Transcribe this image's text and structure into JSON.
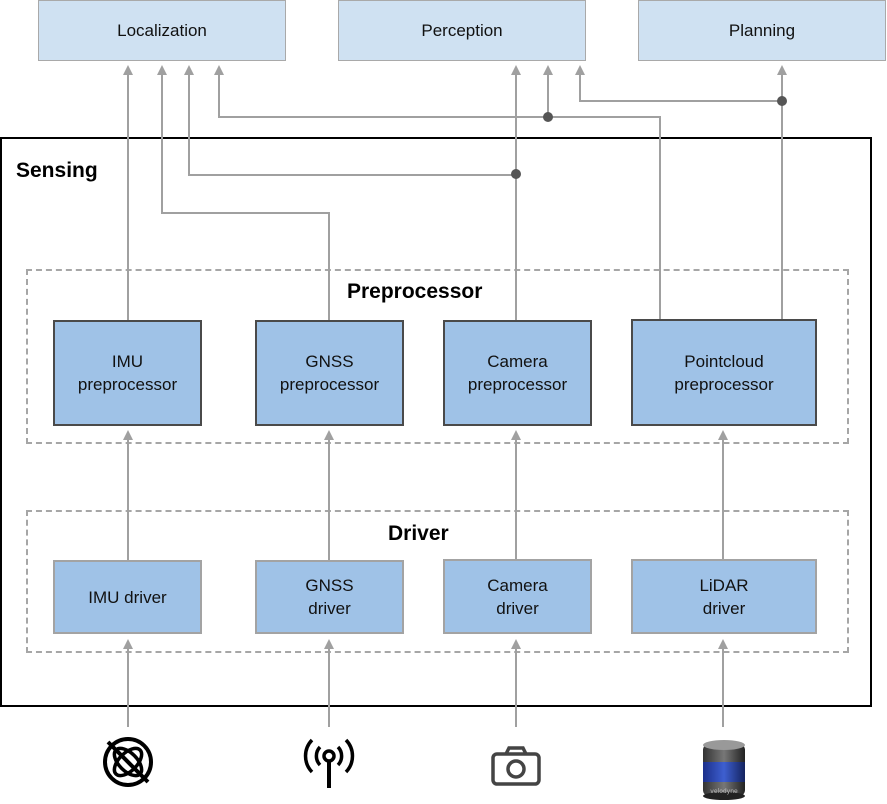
{
  "top": {
    "localization": "Localization",
    "perception": "Perception",
    "planning": "Planning"
  },
  "sensing": {
    "title": "Sensing",
    "preprocessor": {
      "title": "Preprocessor",
      "imu": "IMU\npreprocessor",
      "gnss": "GNSS\npreprocessor",
      "camera": "Camera\npreprocessor",
      "pointcloud": "Pointcloud\npreprocessor"
    },
    "driver": {
      "title": "Driver",
      "imu": "IMU driver",
      "gnss": "GNSS\ndriver",
      "camera": "Camera\ndriver",
      "lidar": "LiDAR\ndriver"
    }
  },
  "sensors": {
    "imu_icon": "gyroscope-icon",
    "gnss_icon": "antenna-icon",
    "camera_icon": "camera-icon",
    "lidar_icon": "lidar-icon",
    "lidar_logo_text": "velodyne"
  },
  "colors": {
    "top_fill": "#cfe1f2",
    "box_fill": "#9fc2e7",
    "wire": "#a0a0a0",
    "junction": "#555555"
  }
}
